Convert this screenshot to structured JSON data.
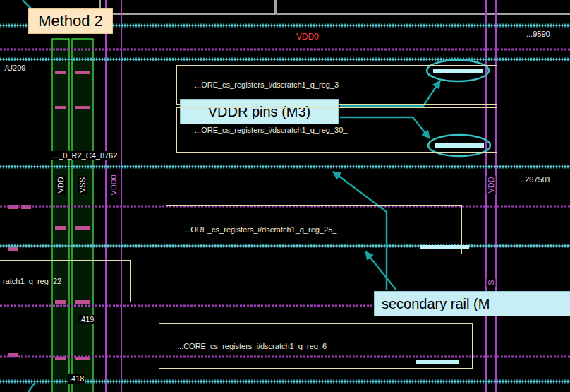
{
  "diagram": {
    "nodes": [
      {
        "text": [
          "Method 2"
        ]
      },
      {
        "text": [
          "...ORE_cs_registers_i/dscratch1_q_reg_3"
        ]
      },
      {
        "text": [
          "VDDR pins (M3)"
        ]
      },
      {
        "text": [
          "...ORE_cs_registers_i/dscratch1_q_reg_30_"
        ]
      },
      {
        "text": [
          "...ORE_cs_registers_i/dscratch1_q_reg_25_"
        ]
      },
      {
        "text": [
          "secondary rail (M"
        ]
      },
      {
        "text": [
          "ratch1_q_reg_22_"
        ]
      },
      {
        "text": [
          "...CORE_cs_registers_i/dscratch1_q_reg_6_"
        ]
      }
    ],
    "labels": [
      "VDD0",
      "...9590",
      "./U209",
      "..._0_R2_C4_8762",
      "VDD",
      "VSS",
      "VDD0",
      "...267501",
      "VDD",
      "S",
      ".419",
      ".418"
    ]
  }
}
